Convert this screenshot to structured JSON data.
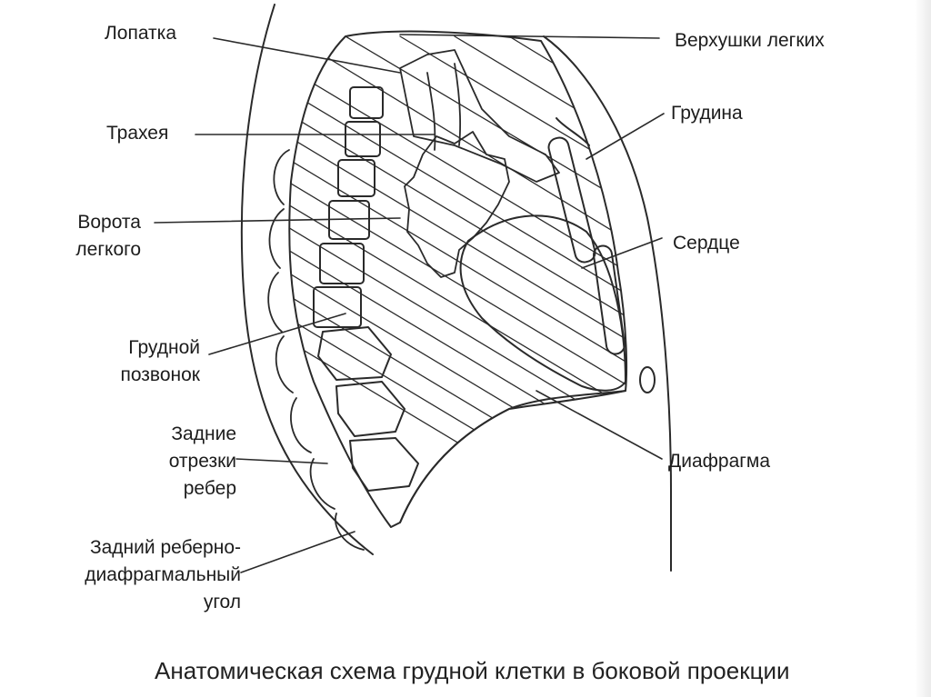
{
  "labels": {
    "scapula": "Лопатка",
    "trachea": "Трахея",
    "hilum_1": "Ворота",
    "hilum_2": "легкого",
    "vertebra_1": "Грудной",
    "vertebra_2": "позвонок",
    "ribs_1": "Задние",
    "ribs_2": "отрезки",
    "ribs_3": "ребер",
    "angle_1": "Задний реберно-",
    "angle_2": "диафрагмальный",
    "angle_3": "угол",
    "apex": "Верхушки легких",
    "sternum": "Грудина",
    "heart": "Сердце",
    "diaphragm": "Диафрагма"
  },
  "caption": "Анатомическая схема грудной клетки в боковой проекции"
}
